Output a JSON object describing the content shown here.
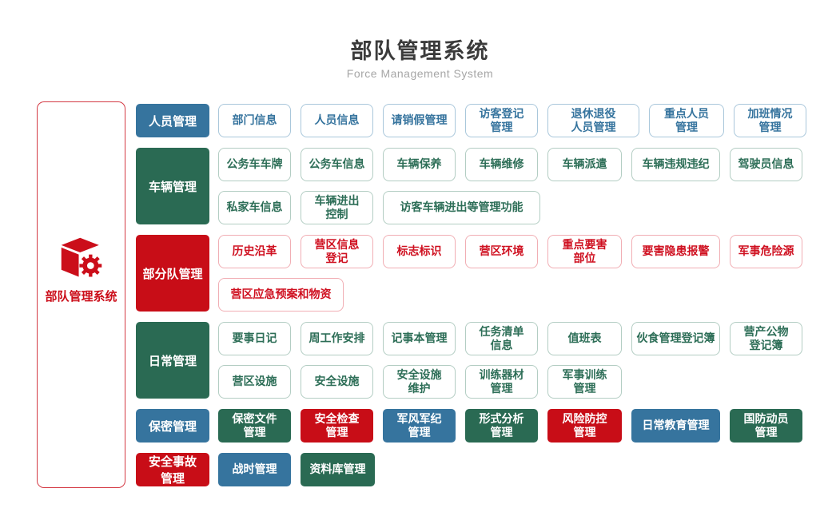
{
  "header": {
    "title": "部队管理系统",
    "subtitle": "Force Management System"
  },
  "root": {
    "label": "部队管理系统",
    "icon": "cube-gear-icon"
  },
  "colors": {
    "blue": "#36749e",
    "green": "#2a6a53",
    "red": "#c80d17",
    "root_border_red": "#d43a44"
  },
  "rows": [
    {
      "category": {
        "label": "人员管理",
        "color": "blue"
      },
      "lines": [
        [
          {
            "label": "部门信息"
          },
          {
            "label": "人员信息"
          },
          {
            "label": "请销假管理"
          },
          {
            "label": "访客登记\n管理"
          },
          {
            "label": "退休退役\n人员管理"
          },
          {
            "label": "重点人员\n管理"
          },
          {
            "label": "加班情况\n管理"
          }
        ]
      ]
    },
    {
      "category": {
        "label": "车辆管理",
        "color": "green"
      },
      "lines": [
        [
          {
            "label": "公务车车牌"
          },
          {
            "label": "公务车信息"
          },
          {
            "label": "车辆保养"
          },
          {
            "label": "车辆维修"
          },
          {
            "label": "车辆派遣"
          },
          {
            "label": "车辆违规违纪"
          },
          {
            "label": "驾驶员信息"
          }
        ],
        [
          {
            "label": "私家车信息"
          },
          {
            "label": "车辆进出\n控制"
          },
          {
            "label": "访客车辆进出等管理功能"
          }
        ]
      ]
    },
    {
      "category": {
        "label": "部分队管理",
        "color": "red"
      },
      "lines": [
        [
          {
            "label": "历史沿革"
          },
          {
            "label": "营区信息\n登记"
          },
          {
            "label": "标志标识"
          },
          {
            "label": "营区环境"
          },
          {
            "label": "重点要害\n部位"
          },
          {
            "label": "要害隐患报警"
          },
          {
            "label": "军事危险源"
          }
        ],
        [
          {
            "label": "营区应急预案和物资"
          }
        ]
      ]
    },
    {
      "category": {
        "label": "日常管理",
        "color": "green"
      },
      "lines": [
        [
          {
            "label": "要事日记"
          },
          {
            "label": "周工作安排"
          },
          {
            "label": "记事本管理"
          },
          {
            "label": "任务清单\n信息"
          },
          {
            "label": "值班表"
          },
          {
            "label": "伙食管理登记簿"
          },
          {
            "label": "营产公物\n登记簿"
          }
        ],
        [
          {
            "label": "营区设施"
          },
          {
            "label": "安全设施"
          },
          {
            "label": "安全设施\n维护"
          },
          {
            "label": "训练器材\n管理"
          },
          {
            "label": "军事训练\n管理"
          }
        ]
      ]
    }
  ],
  "bottom_rows": [
    [
      {
        "label": "保密管理",
        "color": "blue"
      },
      {
        "label": "保密文件\n管理",
        "color": "green"
      },
      {
        "label": "安全检查\n管理",
        "color": "red"
      },
      {
        "label": "军风军纪\n管理",
        "color": "blue"
      },
      {
        "label": "形式分析\n管理",
        "color": "green"
      },
      {
        "label": "风险防控\n管理",
        "color": "red"
      },
      {
        "label": "日常教育管理",
        "color": "blue"
      },
      {
        "label": "国防动员\n管理",
        "color": "green"
      }
    ],
    [
      {
        "label": "安全事故\n管理",
        "color": "red"
      },
      {
        "label": "战时管理",
        "color": "blue"
      },
      {
        "label": "资料库管理",
        "color": "green"
      }
    ]
  ]
}
